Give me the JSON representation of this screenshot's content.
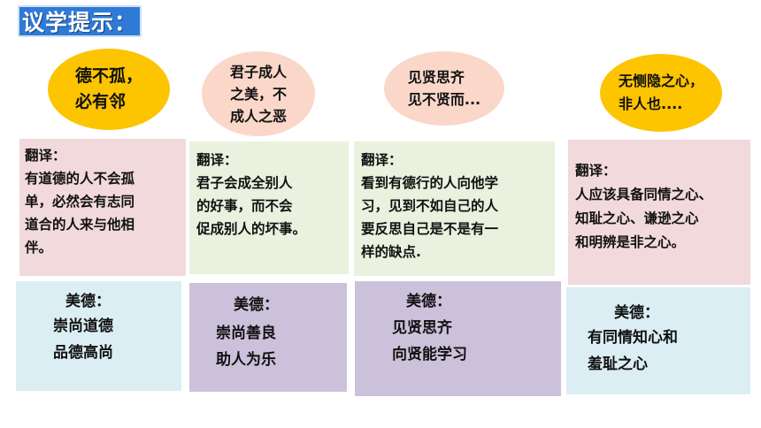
{
  "header": {
    "title": "议学提示："
  },
  "ellipses": [
    {
      "text": "德不孤，\n必有邻"
    },
    {
      "text": "君子成人\n之美，不\n成人之恶"
    },
    {
      "text": "见贤思齐\n见不贤而..."
    },
    {
      "text": "无恻隐之心，\n非人也...."
    }
  ],
  "translations": [
    {
      "label": "翻译：",
      "text": "有道德的人不会孤\n单，必然会有志同\n道合的人来与他相\n伴。"
    },
    {
      "label": "翻译：",
      "text": "君子会成全别人\n的好事，而不会\n促成别人的坏事。"
    },
    {
      "label": "翻译：",
      "text": "看到有德行的人向他学\n习，见到不如自己的人\n要反思自己是不是有一\n样的缺点."
    },
    {
      "label": "翻译：",
      "text": "人应该具备同情之心、\n知耻之心、谦逊之心\n和明辨是非之心。"
    }
  ],
  "virtues": [
    {
      "label": "美德：",
      "text": "崇尚道德\n品德高尚"
    },
    {
      "label": "美德：",
      "text": "崇尚善良\n助人为乐"
    },
    {
      "label": "美德：",
      "text": "见贤思齐\n向贤能学习"
    },
    {
      "label": "美德：",
      "text": "有同情知心和\n羞耻之心"
    }
  ],
  "colors": {
    "header_bg": "#2e7ad6",
    "gold": "#fdc400",
    "peach": "#fad7c9",
    "pink": "#f2d9dc",
    "green": "#eaf1de",
    "light_blue": "#dbeef4",
    "lavender": "#ccc1da"
  }
}
